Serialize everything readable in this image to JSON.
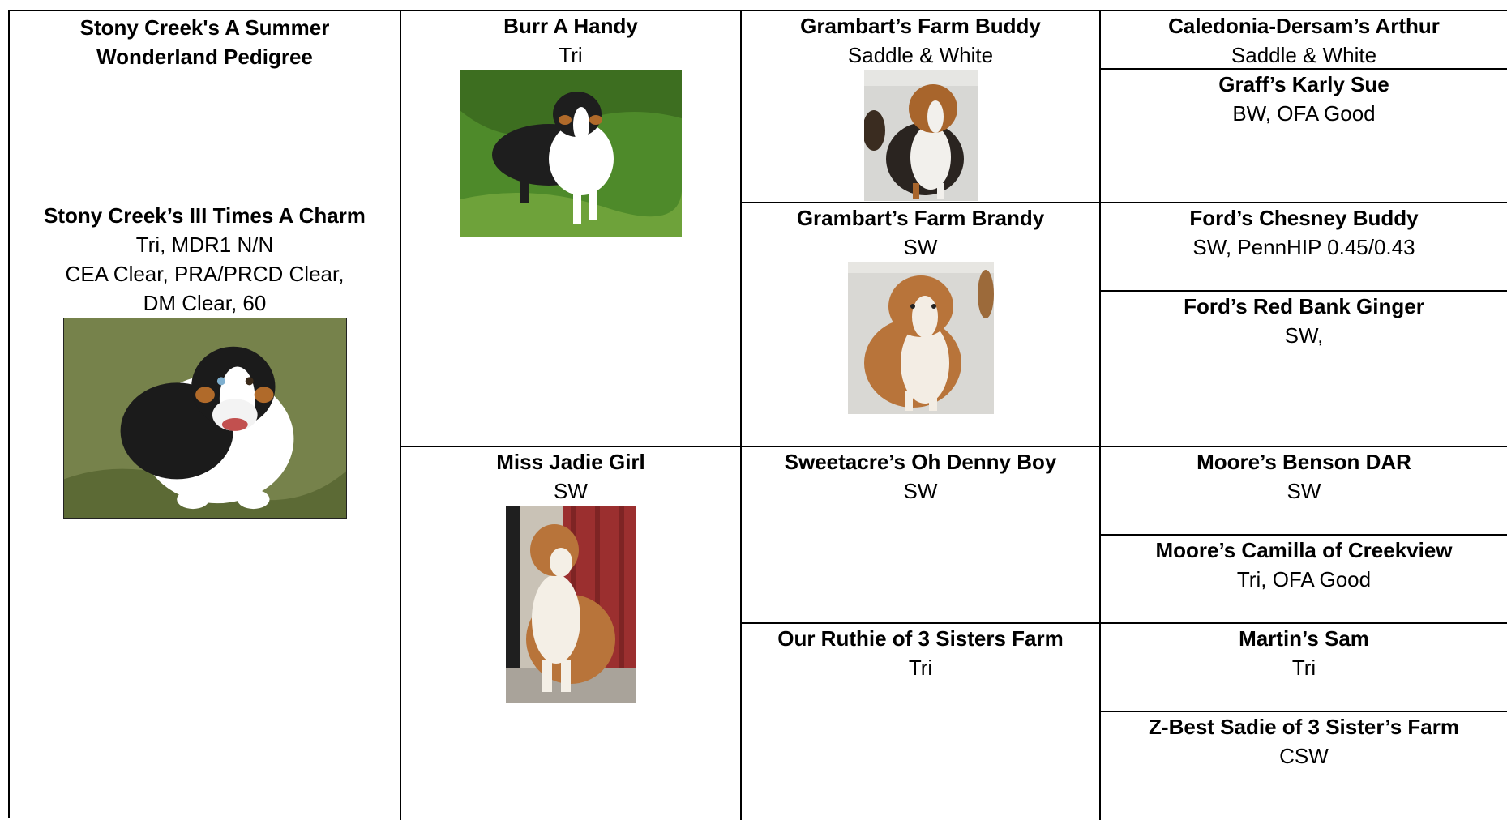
{
  "title": {
    "line1": "Stony Creek's A Summer",
    "line2": "Wonderland Pedigree"
  },
  "subject": {
    "name": "Stony Creek’s III Times A Charm",
    "details": [
      "Tri, MDR1 N/N",
      "CEA Clear, PRA/PRCD Clear,",
      "DM Clear, 60"
    ],
    "photo_icon": "tri-color-aussie-photo"
  },
  "sire": {
    "name": "Burr A Handy",
    "color": "Tri",
    "photo_icon": "tri-dog-in-grass-photo"
  },
  "dam": {
    "name": "Miss Jadie Girl",
    "color": "SW",
    "photo_icon": "sable-white-dog-sitting-photo"
  },
  "sire_sire": {
    "name": "Grambart’s Farm Buddy",
    "color": "Saddle & White",
    "photo_icon": "saddle-white-dog-photo"
  },
  "sire_dam": {
    "name": "Grambart’s Farm Brandy",
    "color": "SW",
    "photo_icon": "sable-white-dog-photo"
  },
  "dam_sire": {
    "name": "Sweetacre’s Oh Denny Boy",
    "color": "SW"
  },
  "dam_dam": {
    "name": "Our Ruthie of 3 Sisters Farm",
    "color": "Tri"
  },
  "g3": [
    {
      "name": "Caledonia-Dersam’s Arthur",
      "info": "Saddle & White"
    },
    {
      "name": "Graff’s Karly Sue",
      "info": "BW, OFA Good"
    },
    {
      "name": "Ford’s Chesney Buddy",
      "info": "SW, PennHIP 0.45/0.43"
    },
    {
      "name": "Ford’s Red Bank Ginger",
      "info": "SW,"
    },
    {
      "name": "Moore’s Benson DAR",
      "info": "SW"
    },
    {
      "name": "Moore’s Camilla of Creekview",
      "info": "Tri, OFA Good"
    },
    {
      "name": "Martin’s Sam",
      "info": "Tri"
    },
    {
      "name": "Z-Best Sadie of 3 Sister’s Farm",
      "info": "CSW"
    }
  ],
  "colors": {
    "border": "#000000",
    "grass": "#5a8f2e",
    "sable": "#b8743a"
  }
}
